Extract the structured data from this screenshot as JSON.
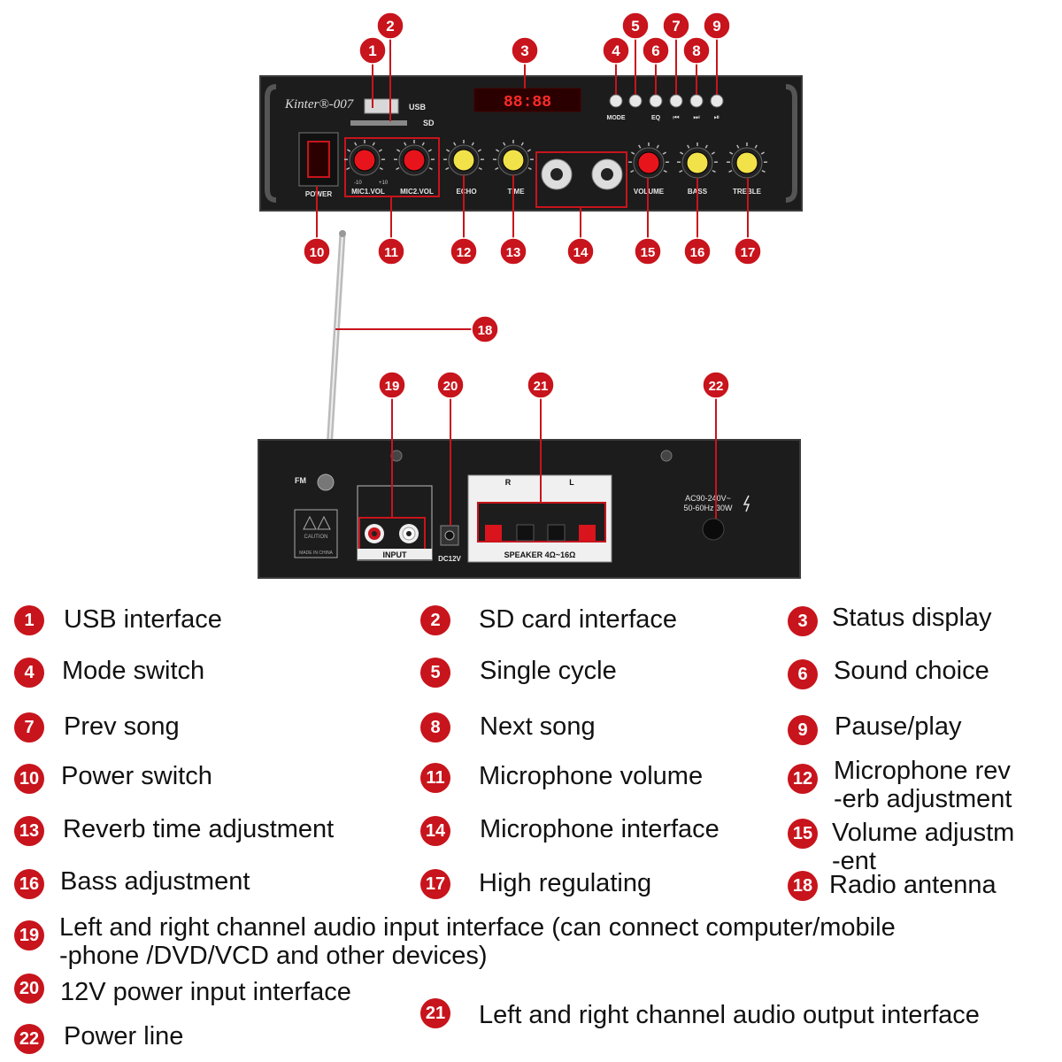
{
  "colors": {
    "accent_red": "#c8141c",
    "panel": "#1c1c1c",
    "white": "#ffffff"
  },
  "front_panel": {
    "brand": "Kinter®-007",
    "usb_label": "USB",
    "sd_label": "SD",
    "display_text": "88:88",
    "power_label": "POWER",
    "button_labels": [
      "MODE",
      "EQ",
      "⏮",
      "⏭",
      "⏯"
    ],
    "knob_labels": [
      "MIC1.VOL",
      "MIC2.VOL",
      "ECHO",
      "TIME",
      "VOLUME",
      "BASS",
      "TREBLE"
    ],
    "knob_scale": [
      "-10",
      "+10"
    ]
  },
  "rear_panel": {
    "fm_label": "FM",
    "input_label": "INPUT",
    "dc_label": "DC12V",
    "speaker_label": "SPEAKER  4Ω~16Ω",
    "speaker_channels": [
      "R",
      "L"
    ],
    "power_rating": [
      "AC90-240V~",
      "50-60Hz 30W"
    ],
    "caution_label": "CAUTION",
    "made_in": "MADE IN CHINA"
  },
  "callouts": [
    "1",
    "2",
    "3",
    "4",
    "5",
    "6",
    "7",
    "8",
    "9",
    "10",
    "11",
    "12",
    "13",
    "14",
    "15",
    "16",
    "17",
    "18",
    "19",
    "20",
    "21",
    "22"
  ],
  "legend": [
    {
      "num": "1",
      "text": "USB interface"
    },
    {
      "num": "2",
      "text": "SD card interface"
    },
    {
      "num": "3",
      "text": "Status display"
    },
    {
      "num": "4",
      "text": "Mode switch"
    },
    {
      "num": "5",
      "text": "Single cycle"
    },
    {
      "num": "6",
      "text": "Sound choice"
    },
    {
      "num": "7",
      "text": "Prev song"
    },
    {
      "num": "8",
      "text": "Next song"
    },
    {
      "num": "9",
      "text": "Pause/play"
    },
    {
      "num": "10",
      "text": "Power switch"
    },
    {
      "num": "11",
      "text": "Microphone volume"
    },
    {
      "num": "12",
      "text": "Microphone rev\n-erb adjustment"
    },
    {
      "num": "13",
      "text": "Reverb time adjustment"
    },
    {
      "num": "14",
      "text": "Microphone interface"
    },
    {
      "num": "15",
      "text": "Volume adjustm\n-ent"
    },
    {
      "num": "16",
      "text": "Bass adjustment"
    },
    {
      "num": "17",
      "text": "High regulating"
    },
    {
      "num": "18",
      "text": "Radio antenna"
    },
    {
      "num": "19",
      "text": "Left and right channel audio input interface (can connect computer/mobile\n-phone /DVD/VCD and other devices)"
    },
    {
      "num": "20",
      "text": "12V power input interface"
    },
    {
      "num": "21",
      "text": "Left and right channel audio output interface"
    },
    {
      "num": "22",
      "text": "Power line"
    }
  ]
}
